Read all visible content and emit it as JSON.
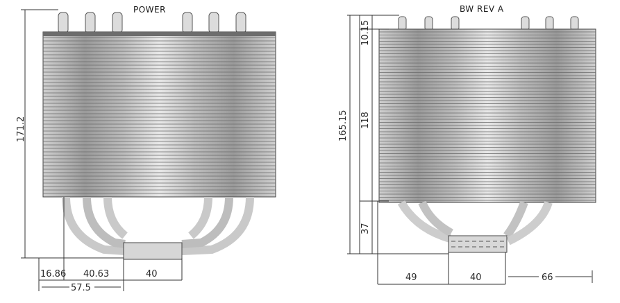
{
  "left_drawing": {
    "title": "POWER",
    "dimensions": {
      "height": "171.2",
      "offset": "16.86",
      "pipe_span": "40.63",
      "base_width": "40",
      "total": "57.5"
    }
  },
  "right_drawing": {
    "title": "BW REV A",
    "dimensions": {
      "top": "10.15",
      "total_height": "165.15",
      "fin_height": "118",
      "base_height": "37",
      "offset": "49",
      "base_width": "40",
      "overhang": "66"
    }
  },
  "colors": {
    "fin_light": "#e4e4e4",
    "fin_dark": "#8c8c8c",
    "pipe": "#a0a0a0",
    "line": "#333333"
  }
}
